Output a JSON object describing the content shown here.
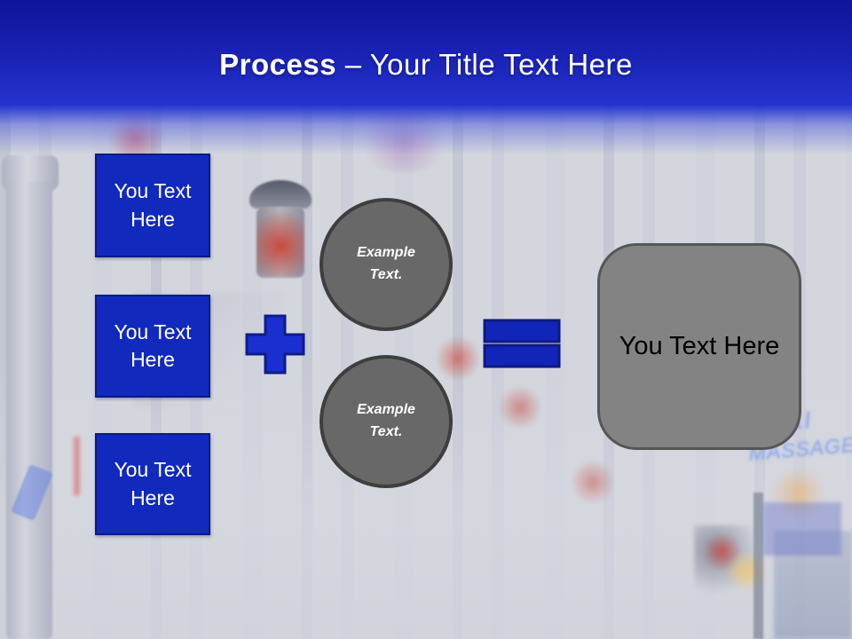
{
  "title": {
    "emphasis": "Process",
    "rest": " – Your Title Text Here"
  },
  "input_boxes": [
    {
      "label": "You Text Here"
    },
    {
      "label": "You Text Here"
    },
    {
      "label": "You Text Here"
    }
  ],
  "operators": {
    "plus": "+",
    "equals": "="
  },
  "example_circles": [
    {
      "label": "Example Text."
    },
    {
      "label": "Example Text."
    }
  ],
  "result_box": {
    "label": "You Text Here"
  },
  "background_photo": {
    "neon_sign_line1": "AI",
    "neon_sign_line2": "MASSAGE"
  },
  "colors": {
    "header_blue_top": "#10149a",
    "header_blue_bottom": "#2433cf",
    "box_blue_fill": "#1129bd",
    "box_blue_border": "#0a1a86",
    "operator_blue_fill": "#1b2fd0",
    "operator_blue_border": "#0d1d86",
    "circle_gray_fill": "#686868",
    "circle_gray_border": "#3e3e3e",
    "result_gray_fill": "#838383",
    "result_gray_border": "#565656",
    "title_text": "#ffffff",
    "box_text": "#ffffff",
    "circle_text": "#ffffff",
    "result_text": "#000000",
    "neon_blue": "#96aee8",
    "photo_wash": "#d3d5dd"
  }
}
